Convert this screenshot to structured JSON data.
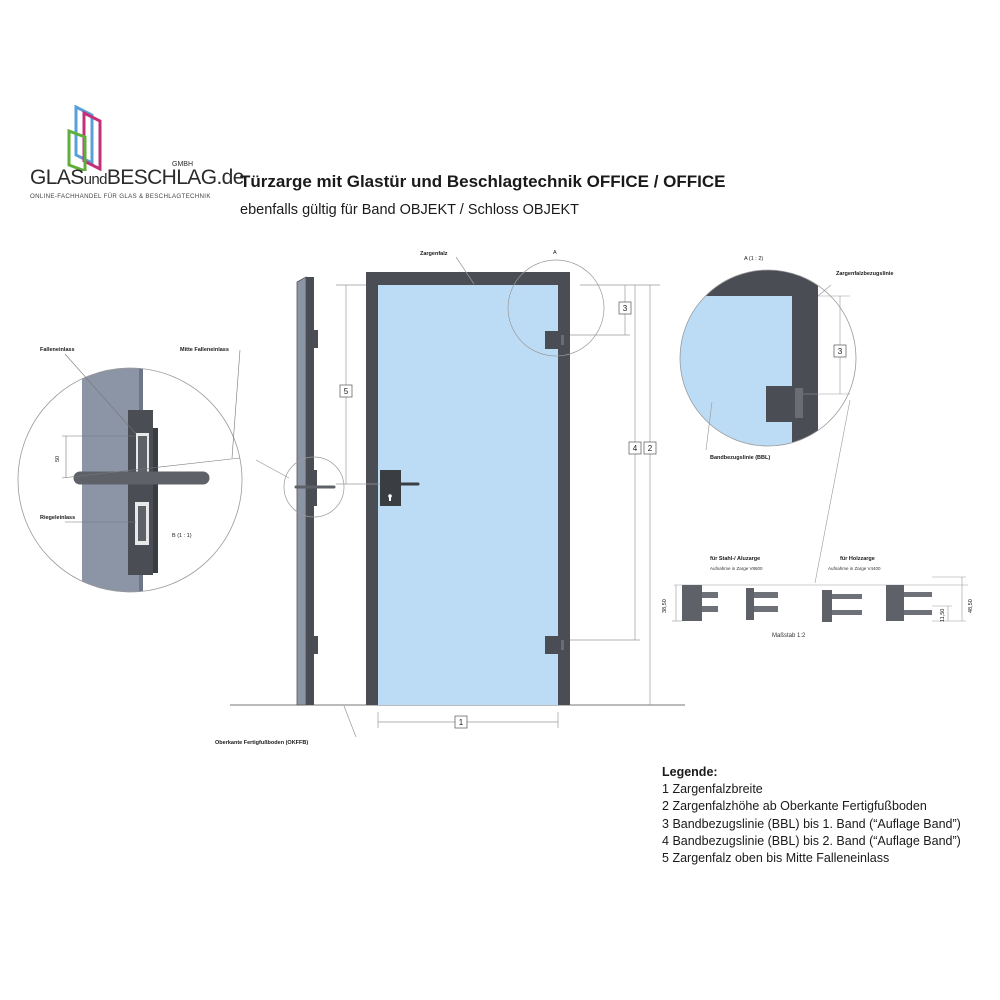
{
  "brand": {
    "name_pre": "GLAS",
    "name_mid": "und",
    "name_post": "BESCHLAG.de",
    "gmbh": "GMBH",
    "tagline": "ONLINE-FACHHANDEL FÜR GLAS & BESCHLAGTECHNIK",
    "colors": {
      "blue": "#5aa0d8",
      "magenta": "#c2307a",
      "green": "#5fae3c"
    }
  },
  "title": "Türzarge mit Glastür und Beschlagtechnik OFFICE / OFFICE",
  "subtitle": "ebenfalls gültig für Band OBJEKT / Schloss OBJEKT",
  "labels": {
    "zargenfalz": "Zargenfalz",
    "detail_a_marker": "A",
    "okffb": "Oberkante Fertigfußboden (OKFFB)",
    "falleneinlass": "Falleneinlass",
    "mitte_falleneinlass": "Mitte Falleneinlass",
    "riegeleinlass": "Riegeleinlass",
    "dim_50": "50",
    "detail_b": "B (1 : 1)",
    "detail_a": "A (1 : 2)",
    "zargenfalzbezugslinie": "Zargenfalzbezugslinie",
    "bbl": "Bandbezugslinie (BBL)",
    "stahl": "für Stahl-/ Aluzarge",
    "stahl_sub": "Aufnahme in Zarge V8600",
    "holz": "für Holzzarge",
    "holz_sub": "Aufnahme in Zarge V4400",
    "dim_3850": "38,50",
    "dim_1150": "11,50",
    "dim_4850": "48,50",
    "massstab": "Maßstab 1:2"
  },
  "dims": {
    "d1": "1",
    "d2": "2",
    "d3": "3",
    "d4": "4",
    "d5": "5"
  },
  "legend": {
    "title": "Legende:",
    "items": [
      {
        "num": "1",
        "text": "Zargenfalzbreite"
      },
      {
        "num": "2",
        "text": "Zargenfalzhöhe ab Oberkante Fertigfußboden"
      },
      {
        "num": "3",
        "text": "Bandbezugslinie (BBL) bis 1. Band (“Auflage Band”)"
      },
      {
        "num": "4",
        "text": "Bandbezugslinie (BBL) bis 2. Band (“Auflage Band”)"
      },
      {
        "num": "5",
        "text": "Zargenfalz oben bis Mitte Falleneinlass"
      }
    ]
  },
  "colors": {
    "frame": "#4a4e54",
    "glass": "#bcdcf6",
    "wall": "#8c95a6",
    "hardware": "#5e6268",
    "dim_line": "#9a9a9a"
  }
}
